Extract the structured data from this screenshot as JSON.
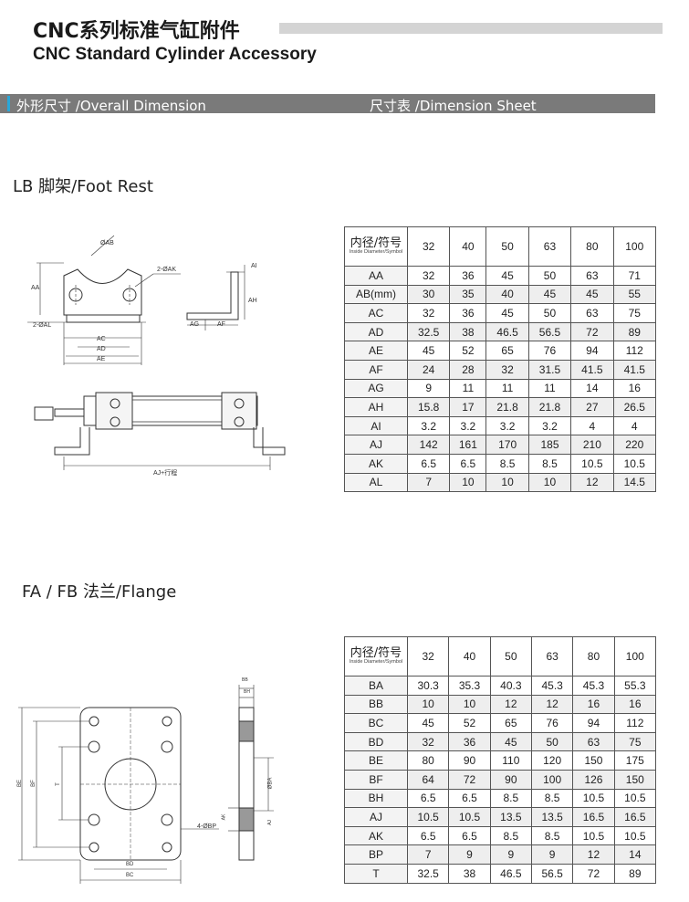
{
  "header": {
    "title_cn": "CNC系列标准气缸附件",
    "title_en": "CNC Standard Cylinder Accessory"
  },
  "section_bar": {
    "left_label": "外形尺寸 /Overall Dimension",
    "right_label": "尺寸表 /Dimension Sheet"
  },
  "colors": {
    "bar": "#7a7a7a",
    "accent": "#2aa6d8",
    "title_bar": "#d4d4d4"
  },
  "foot_rest": {
    "heading": "LB 脚架/Foot Rest",
    "drawing_labels": {
      "ab": "ØAB",
      "ak": "2-ØAK",
      "ai": "AI",
      "aa": "AA",
      "ah": "AH",
      "al": "2-ØAL",
      "ag": "AG",
      "af": "AF",
      "ac": "AC",
      "ad": "AD",
      "ae": "AE",
      "aj": "AJ+行程"
    },
    "table": {
      "corner_cn": "内径/符号",
      "corner_en": "Inside Diameter/Symbol",
      "columns": [
        "32",
        "40",
        "50",
        "63",
        "80",
        "100"
      ],
      "rows": [
        {
          "symbol": "AA",
          "values": [
            "32",
            "36",
            "45",
            "50",
            "63",
            "71"
          ]
        },
        {
          "symbol": "AB(mm)",
          "values": [
            "30",
            "35",
            "40",
            "45",
            "45",
            "55"
          ]
        },
        {
          "symbol": "AC",
          "values": [
            "32",
            "36",
            "45",
            "50",
            "63",
            "75"
          ]
        },
        {
          "symbol": "AD",
          "values": [
            "32.5",
            "38",
            "46.5",
            "56.5",
            "72",
            "89"
          ]
        },
        {
          "symbol": "AE",
          "values": [
            "45",
            "52",
            "65",
            "76",
            "94",
            "112"
          ]
        },
        {
          "symbol": "AF",
          "values": [
            "24",
            "28",
            "32",
            "31.5",
            "41.5",
            "41.5"
          ]
        },
        {
          "symbol": "AG",
          "values": [
            "9",
            "11",
            "11",
            "11",
            "14",
            "16"
          ]
        },
        {
          "symbol": "AH",
          "values": [
            "15.8",
            "17",
            "21.8",
            "21.8",
            "27",
            "26.5"
          ]
        },
        {
          "symbol": "AI",
          "values": [
            "3.2",
            "3.2",
            "3.2",
            "3.2",
            "4",
            "4"
          ]
        },
        {
          "symbol": "AJ",
          "values": [
            "142",
            "161",
            "170",
            "185",
            "210",
            "220"
          ]
        },
        {
          "symbol": "AK",
          "values": [
            "6.5",
            "6.5",
            "8.5",
            "8.5",
            "10.5",
            "10.5"
          ]
        },
        {
          "symbol": "AL",
          "values": [
            "7",
            "10",
            "10",
            "10",
            "12",
            "14.5"
          ]
        }
      ]
    }
  },
  "flange": {
    "heading": "FA / FB 法兰/Flange",
    "drawing_labels": {
      "be": "BE",
      "bf": "BF",
      "t": "T",
      "bd": "BD",
      "bc": "BC",
      "bp": "4-ØBP",
      "bb": "BB",
      "bh": "BH",
      "ba": "ØBA",
      "ak": "AK",
      "aj": "AJ"
    },
    "table": {
      "corner_cn": "内径/符号",
      "corner_en": "Inside Diameter/Symbol",
      "columns": [
        "32",
        "40",
        "50",
        "63",
        "80",
        "100"
      ],
      "rows": [
        {
          "symbol": "BA",
          "values": [
            "30.3",
            "35.3",
            "40.3",
            "45.3",
            "45.3",
            "55.3"
          ]
        },
        {
          "symbol": "BB",
          "values": [
            "10",
            "10",
            "12",
            "12",
            "16",
            "16"
          ]
        },
        {
          "symbol": "BC",
          "values": [
            "45",
            "52",
            "65",
            "76",
            "94",
            "112"
          ]
        },
        {
          "symbol": "BD",
          "values": [
            "32",
            "36",
            "45",
            "50",
            "63",
            "75"
          ]
        },
        {
          "symbol": "BE",
          "values": [
            "80",
            "90",
            "110",
            "120",
            "150",
            "175"
          ]
        },
        {
          "symbol": "BF",
          "values": [
            "64",
            "72",
            "90",
            "100",
            "126",
            "150"
          ]
        },
        {
          "symbol": "BH",
          "values": [
            "6.5",
            "6.5",
            "8.5",
            "8.5",
            "10.5",
            "10.5"
          ]
        },
        {
          "symbol": "AJ",
          "values": [
            "10.5",
            "10.5",
            "13.5",
            "13.5",
            "16.5",
            "16.5"
          ]
        },
        {
          "symbol": "AK",
          "values": [
            "6.5",
            "6.5",
            "8.5",
            "8.5",
            "10.5",
            "10.5"
          ]
        },
        {
          "symbol": "BP",
          "values": [
            "7",
            "9",
            "9",
            "9",
            "12",
            "14"
          ]
        },
        {
          "symbol": "T",
          "values": [
            "32.5",
            "38",
            "46.5",
            "56.5",
            "72",
            "89"
          ]
        }
      ]
    }
  }
}
